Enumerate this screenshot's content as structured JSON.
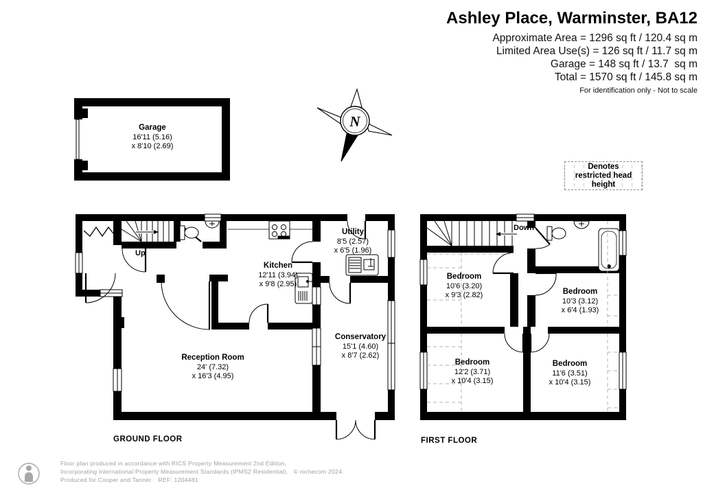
{
  "header": {
    "title": "Ashley Place, Warminster, BA12",
    "area_lines": [
      "Approximate Area = 1296 sq ft / 120.4 sq m",
      "Limited Area Use(s) = 126 sq ft / 11.7 sq m",
      "Garage = 148 sq ft / 13.7  sq m",
      "Total = 1570 sq ft / 145.8 sq m"
    ],
    "disclaimer": "For identification only - Not to scale"
  },
  "compass": {
    "letter": "N"
  },
  "legend": {
    "text": "Denotes restricted head height"
  },
  "garage": {
    "name": "Garage",
    "dim1": "16'11 (5.16)",
    "dim2": "x 8'10 (2.69)"
  },
  "ground_floor": {
    "label": "GROUND FLOOR",
    "stairs_direction": "Up",
    "rooms": {
      "kitchen": {
        "name": "Kitchen",
        "dim1": "12'11 (3.94)",
        "dim2": "x 9'8 (2.95)"
      },
      "utility": {
        "name": "Utility",
        "dim1": "8'5 (2.57)",
        "dim2": "x 6'5 (1.96)"
      },
      "reception": {
        "name": "Reception Room",
        "dim1": "24' (7.32)",
        "dim2": "x 16'3 (4.95)"
      },
      "conservatory": {
        "name": "Conservatory",
        "dim1": "15'1 (4.60)",
        "dim2": "x 8'7 (2.62)"
      }
    }
  },
  "first_floor": {
    "label": "FIRST FLOOR",
    "stairs_direction": "Down",
    "rooms": {
      "bedroom_top_left": {
        "name": "Bedroom",
        "dim1": "10'6 (3.20)",
        "dim2": "x 9'3 (2.82)"
      },
      "bedroom_top_right": {
        "name": "Bedroom",
        "dim1": "10'3 (3.12)",
        "dim2": "x 6'4 (1.93)"
      },
      "bedroom_bottom_left": {
        "name": "Bedroom",
        "dim1": "12'2 (3.71)",
        "dim2": "x 10'4 (3.15)"
      },
      "bedroom_bottom_right": {
        "name": "Bedroom",
        "dim1": "11'6 (3.51)",
        "dim2": "x 10'4 (3.15)"
      }
    }
  },
  "footer": {
    "lines": [
      "Floor plan produced in accordance with RICS Property Measurement 2nd Edition,",
      "Incorporating International Property Measurement Standards (IPMS2 Residential).   © nichecom 2024.",
      "Produced for Cooper and Tanner.   REF: 1204481"
    ]
  }
}
